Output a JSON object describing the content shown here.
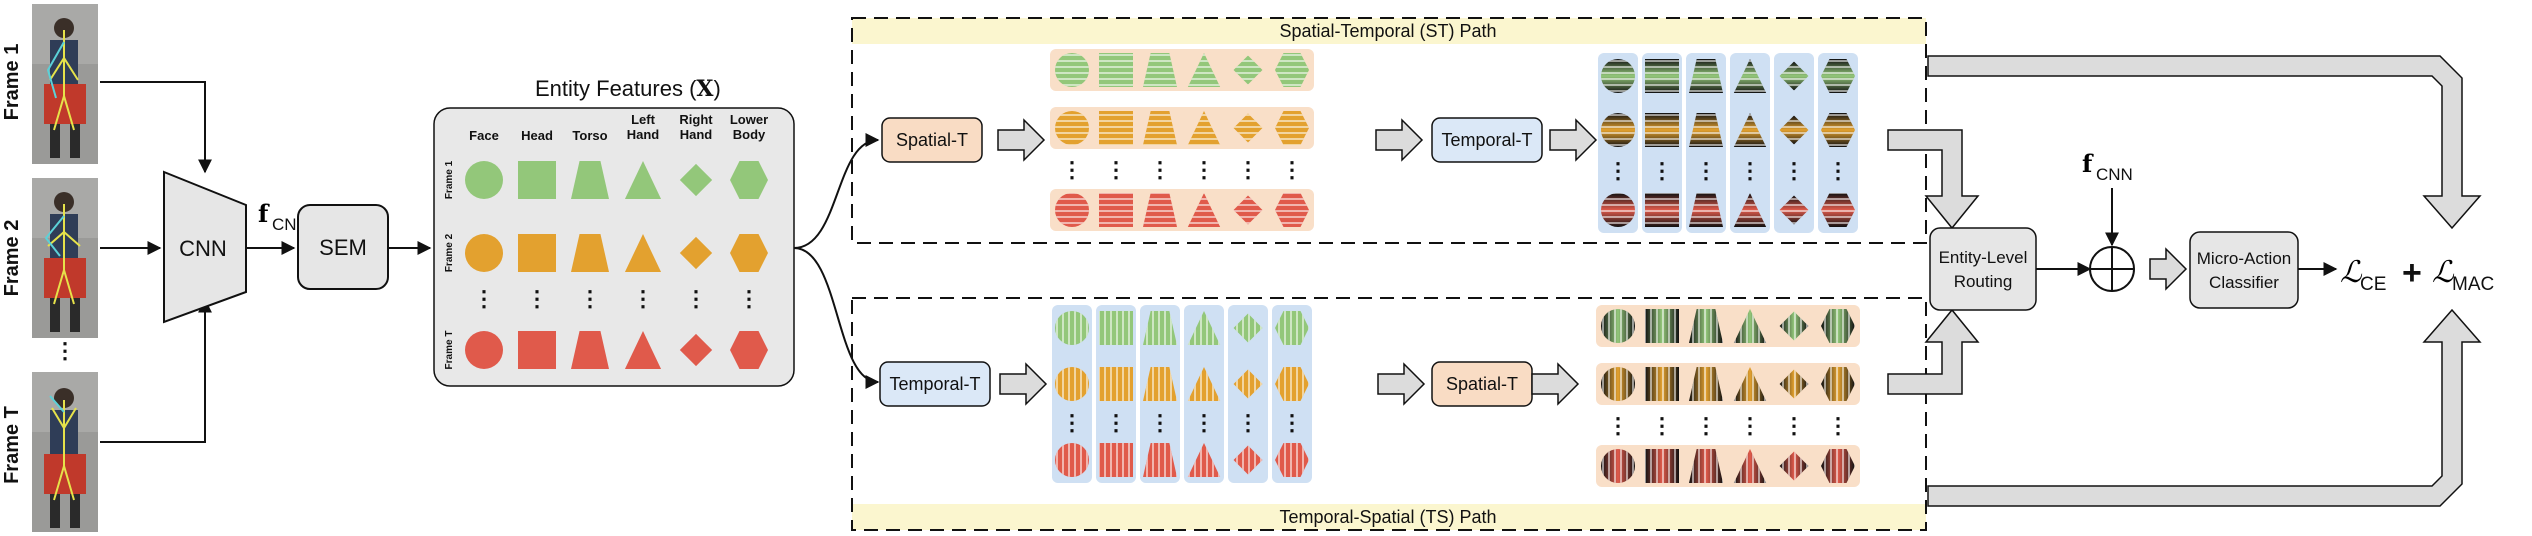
{
  "frames": {
    "labels": [
      "Frame 1",
      "Frame 2",
      "⋮",
      "Frame T"
    ]
  },
  "cnn": {
    "label": "CNN",
    "feature_main": "f",
    "feature_sub": "CNN"
  },
  "sem": {
    "label": "SEM"
  },
  "entity_panel": {
    "title": "Entity Features (",
    "title_symbol": "X",
    "title_close": ")",
    "columns": [
      "Face",
      "Head",
      "Torso",
      "Left Hand",
      "Right Hand",
      "Lower Body"
    ],
    "rows": [
      "Frame 1",
      "Frame 2",
      "Frame T"
    ]
  },
  "st_path": {
    "title": "Spatial-Temporal (ST) Path",
    "first_block": "Spatial-T",
    "second_block": "Temporal-T"
  },
  "ts_path": {
    "title": "Temporal-Spatial (TS) Path",
    "first_block": "Temporal-T",
    "second_block": "Spatial-T"
  },
  "routing": {
    "line1": "Entity-Level",
    "line2": "Routing"
  },
  "fusion": {
    "feature_main": "f",
    "feature_sub": "CNN"
  },
  "classifier": {
    "line1": "Micro-Action",
    "line2": "Classifier"
  },
  "loss": {
    "ce_main": "ℒ",
    "ce_sub": "CE",
    "plus": "+",
    "mac_main": "ℒ",
    "mac_sub": "MAC"
  },
  "colors": {
    "green": "#93c77a",
    "orange": "#e3a12f",
    "red": "#e05a4b",
    "peach_band": "#f9dfc8",
    "blue_band": "#cfe0f3",
    "spatial_block": "#f9dcc4",
    "temporal_block": "#dbe8f7",
    "yellow_banner": "#fbf6cf",
    "gray_block": "#e3e3e3"
  }
}
